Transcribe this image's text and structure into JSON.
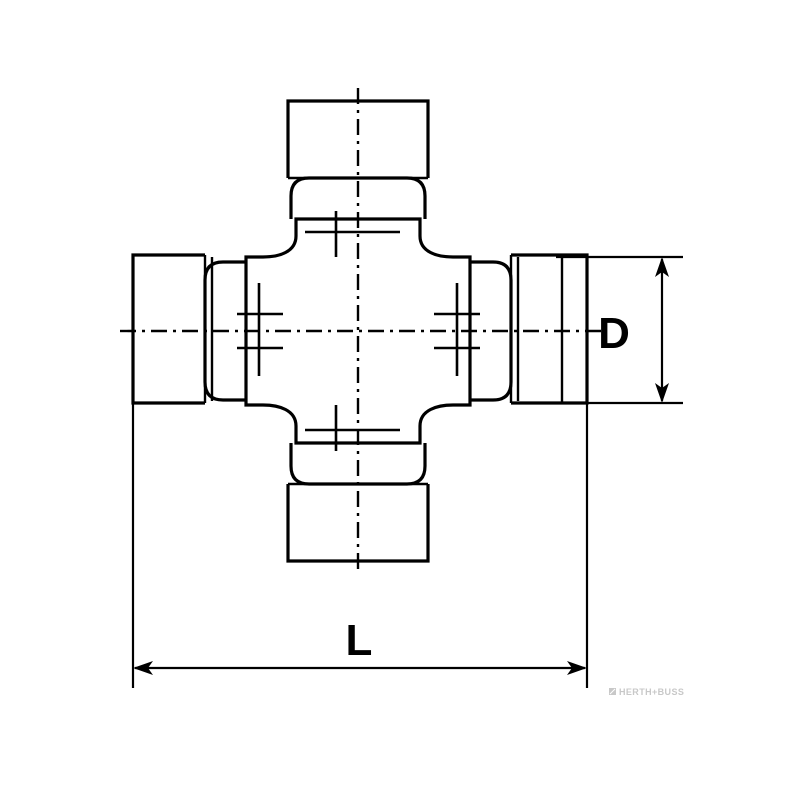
{
  "document": {
    "title": "Universal Joint Cross Technical Drawing",
    "type": "engineering-line-drawing",
    "background_color": "#ffffff",
    "line_color": "#000000"
  },
  "dimensions": {
    "diameter": {
      "label": "D",
      "name": "bearing-cap-diameter",
      "orientation": "vertical",
      "position": "right"
    },
    "length": {
      "label": "L",
      "name": "overall-length",
      "orientation": "horizontal",
      "position": "bottom"
    }
  },
  "part": {
    "name": "universal-joint-cross",
    "description": "Cross-shaped spider with four cylindrical bearing caps",
    "arms": [
      {
        "name": "top-bearing-cap",
        "direction": "up"
      },
      {
        "name": "right-bearing-cap",
        "direction": "right"
      },
      {
        "name": "bottom-bearing-cap",
        "direction": "down"
      },
      {
        "name": "left-bearing-cap",
        "direction": "left"
      }
    ]
  },
  "watermark": {
    "text": "HERTH+BUSS",
    "color": "#c8c8c8"
  }
}
